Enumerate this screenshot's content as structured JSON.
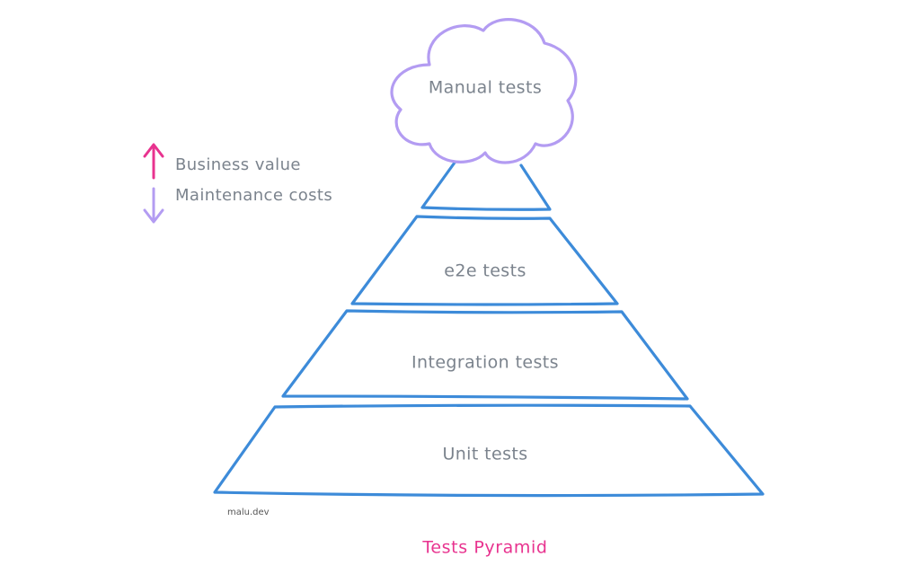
{
  "diagram": {
    "layers": [
      {
        "label": "Manual tests",
        "shape": "cloud"
      },
      {
        "label": "e2e tests",
        "shape": "trapezoid"
      },
      {
        "label": "Integration tests",
        "shape": "trapezoid"
      },
      {
        "label": "Unit tests",
        "shape": "trapezoid"
      }
    ],
    "legend": {
      "up_label": "Business value",
      "down_label": "Maintenance costs"
    },
    "credit": "malu.dev",
    "title": "Tests Pyramid",
    "colors": {
      "pyramid_stroke": "#3d8bd9",
      "cloud_stroke": "#b39cf2",
      "up_arrow": "#e8338f",
      "down_arrow": "#b39cf2",
      "title": "#e8338f",
      "label_text": "#7b838d"
    },
    "icons": {
      "up": "arrow-up-icon",
      "down": "arrow-down-icon"
    }
  }
}
